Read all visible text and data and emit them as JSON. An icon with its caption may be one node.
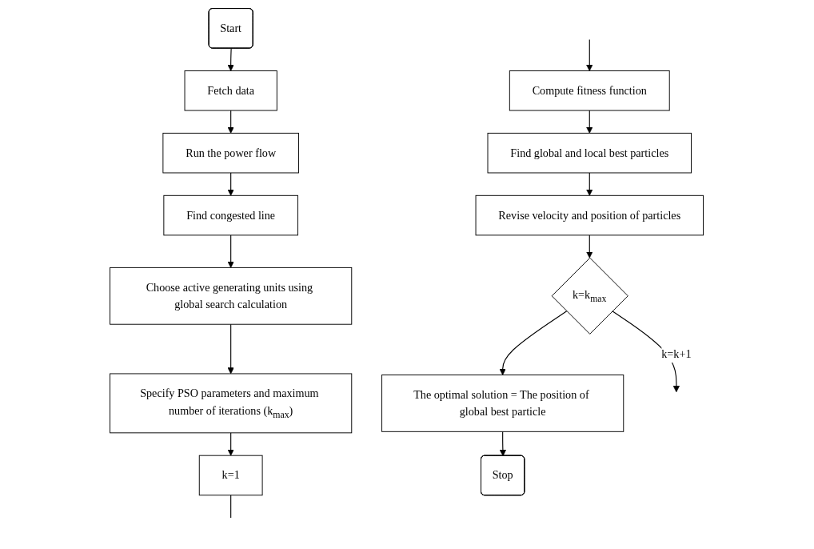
{
  "diagram": {
    "nodes": [
      {
        "text": [
          "Start"
        ]
      },
      {
        "text": [
          "Fetch data"
        ]
      },
      {
        "text": [
          "Run the power flow"
        ]
      },
      {
        "text": [
          "Find congested line"
        ]
      },
      {
        "text": [
          "Choose active generating units using global search calculation"
        ]
      },
      {
        "text": [
          "Specify PSO parameters and maximum number of iterations (k$_{max}$)"
        ]
      },
      {
        "text": [
          "k=1"
        ]
      },
      {
        "text": [
          "Stop"
        ]
      },
      {
        "text": [
          "The optimal solution = The position of global best particle"
        ]
      },
      {
        "text": [
          "k=k$_{max}$"
        ]
      },
      {
        "text": [
          "Revise velocity and position of particles"
        ]
      },
      {
        "text": [
          "Find global and local best particles"
        ]
      },
      {
        "text": [
          "Compute fitness function"
        ]
      }
    ],
    "edges": [
      {
        "from": 0,
        "to": 1,
        "arrow": "to"
      },
      {
        "from": 1,
        "to": 2,
        "arrow": "to"
      },
      {
        "from": 2,
        "to": 3,
        "arrow": "to"
      },
      {
        "from": 3,
        "to": 4,
        "arrow": "to"
      },
      {
        "from": 4,
        "to": 5,
        "arrow": "to"
      },
      {
        "from": 5,
        "to": 6,
        "arrow": "to"
      },
      {
        "from": 6,
        "to": null,
        "arrow": "none"
      },
      {
        "from": null,
        "to": 12,
        "arrow": "to"
      },
      {
        "from": 12,
        "to": 11,
        "arrow": "to"
      },
      {
        "from": 11,
        "to": 10,
        "arrow": "to"
      },
      {
        "from": 10,
        "to": 9,
        "arrow": "to"
      },
      {
        "from": 9,
        "to": 8,
        "arrow": "to"
      },
      {
        "from": 8,
        "to": 7,
        "arrow": "to"
      },
      {
        "from": 9,
        "to": null,
        "arrow": "to",
        "label": "k=k+1"
      }
    ]
  }
}
